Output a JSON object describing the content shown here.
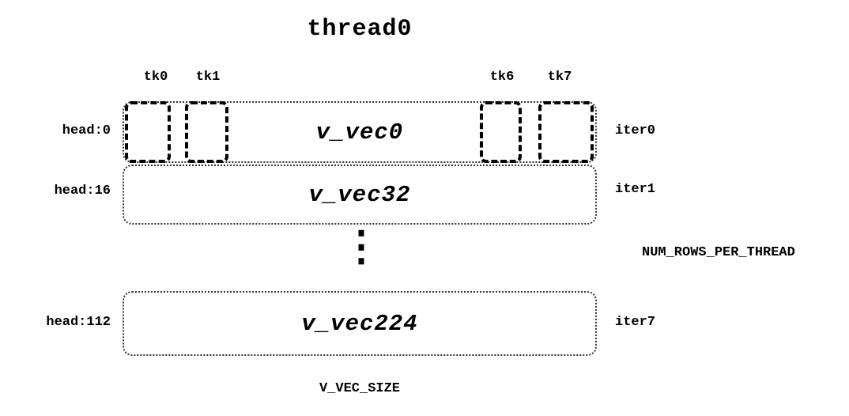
{
  "diagram": {
    "title": "thread0",
    "ticks": [
      "tk0",
      "tk1",
      "tk6",
      "tk7"
    ],
    "rows": [
      {
        "head": "head:0",
        "vec": "v_vec0",
        "iter": "iter0"
      },
      {
        "head": "head:16",
        "vec": "v_vec32",
        "iter": "iter1"
      },
      {
        "head": "head:112",
        "vec": "v_vec224",
        "iter": "iter7"
      }
    ],
    "ellipsis": "⋮",
    "rows_label": "NUM_ROWS_PER_THREAD",
    "size_label": "V_VEC_SIZE"
  }
}
